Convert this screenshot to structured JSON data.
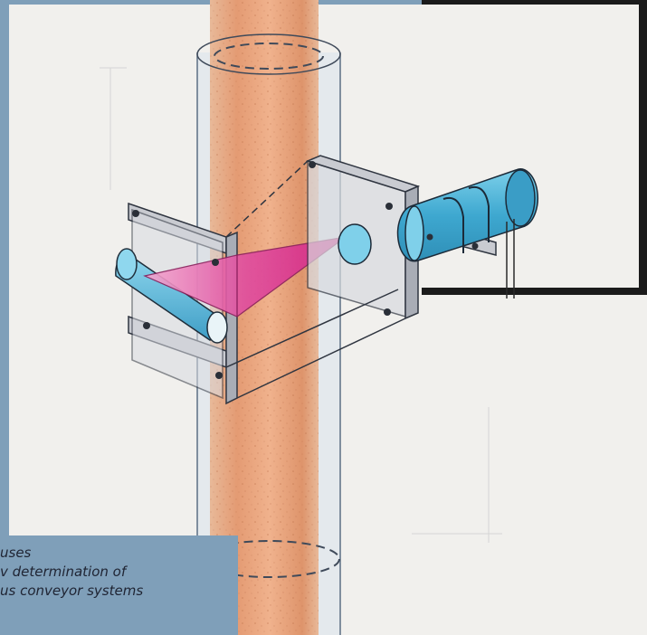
{
  "caption": {
    "line1": "uses",
    "line2": "v determination of",
    "line3": "us conveyor systems"
  },
  "colors": {
    "frame": "#7f9fb9",
    "paper": "#f1f0ed",
    "pipe_fill": "#e9a57e",
    "beam": "#d6388f",
    "sensor": "#4fb6d8",
    "bracket": "#c8c8cc",
    "dark_panel": "#1b1b1b"
  },
  "icons": {
    "pipe": "vertical-pipe-illustration",
    "sensor": "cylindrical-sensor-icon",
    "beam": "triangular-beam-shape"
  }
}
